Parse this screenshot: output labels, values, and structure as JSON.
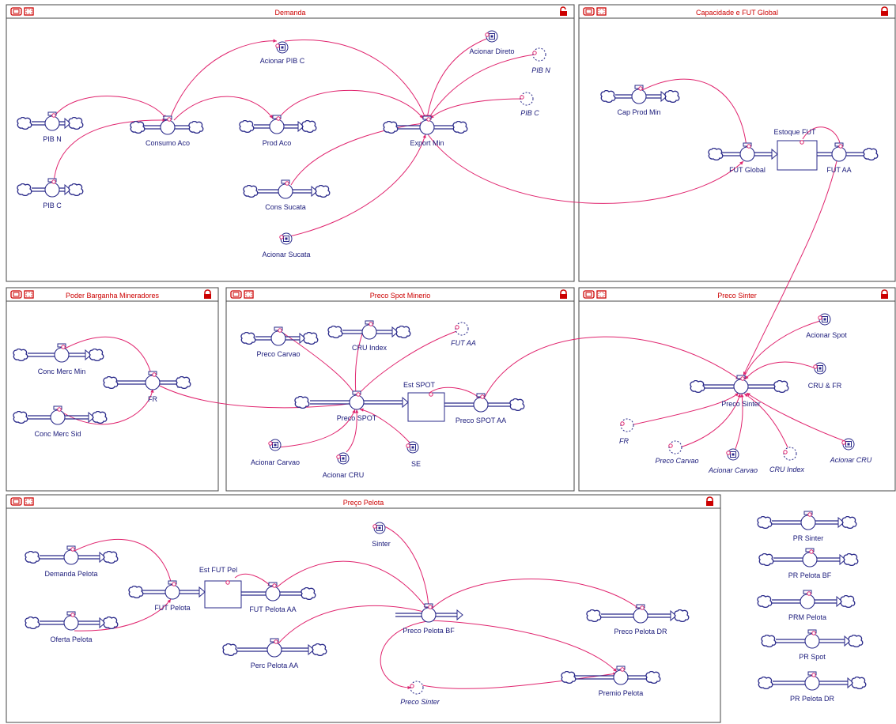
{
  "colors": {
    "link": "#e0246e",
    "element": "#2a2a8a",
    "title": "#cc0000"
  },
  "sectors": {
    "demanda": "Demanda",
    "capacidade": "Capacidade e FUT Global",
    "poder": "Poder Barganha Mineradores",
    "spot": "Preco Spot Minerio",
    "sinter": "Preco Sinter",
    "pelota": "Preço Pelota"
  },
  "labels": {
    "pib_n": "PIB N",
    "pib_c": "PIB C",
    "consumo_aco": "Consumo Aco",
    "prod_aco": "Prod Aco",
    "export_min": "Export Min",
    "cons_sucata": "Cons Sucata",
    "acionar_pib_c": "Acionar PIB C",
    "acionar_direto": "Acionar Direto",
    "ghost_pib_n": "PIB N",
    "ghost_pib_c": "PIB C",
    "acionar_sucata": "Acionar Sucata",
    "cap_prod_min": "Cap Prod Min",
    "estoque_fut": "Estoque FUT",
    "fut_global": "FUT Global",
    "fut_aa": "FUT AA",
    "conc_merc_min": "Conc Merc Min",
    "conc_merc_sid": "Conc Merc Sid",
    "fr": "FR",
    "preco_carvao": "Preco Carvao",
    "cru_index": "CRU Index",
    "ghost_fut_aa": "FUT AA",
    "est_spot": "Est SPOT",
    "preco_spot": "Preco SPOT",
    "preco_spot_aa": "Preco SPOT AA",
    "acionar_carvao": "Acionar Carvao",
    "acionar_cru": "Acionar CRU",
    "se": "SE",
    "acionar_spot": "Acionar Spot",
    "cru_fr": "CRU & FR",
    "preco_sinter": "Preco Sinter",
    "ghost_fr": "FR",
    "ghost_preco_carvao": "Preco Carvao",
    "ghost_acionar_carvao": "Acionar Carvao",
    "ghost_cru_index": "CRU Index",
    "ghost_acionar_cru": "Acionar CRU",
    "demanda_pelota": "Demanda Pelota",
    "oferta_pelota": "Oferta Pelota",
    "fut_pelota": "FUT Pelota",
    "est_fut_pel": "Est FUT Pel",
    "fut_pelota_aa": "FUT Pelota AA",
    "sinter": "Sinter",
    "preco_pelota_bf": "Preco Pelota BF",
    "perc_pelota_aa": "Perc Pelota AA",
    "preco_pelota_dr": "Preco Pelota DR",
    "ghost_preco_sinter": "Preco Sinter",
    "premio_pelota": "Premio Pelota",
    "pr_sinter": "PR Sinter",
    "pr_pelota_bf": "PR Pelota BF",
    "prm_pelota": "PRM Pelota",
    "pr_spot": "PR Spot",
    "pr_pelota_dr": "PR Pelota DR"
  }
}
